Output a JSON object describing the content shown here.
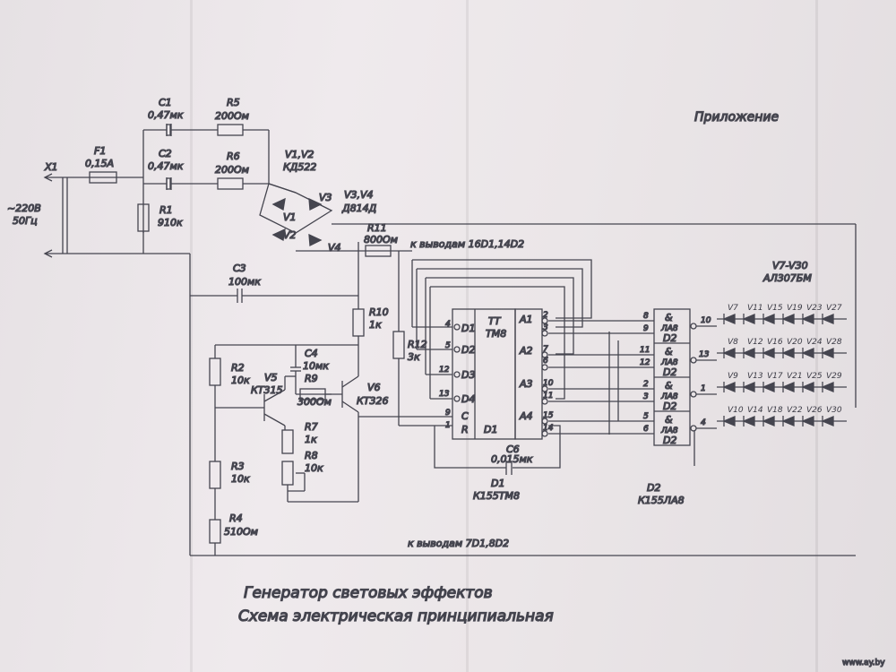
{
  "header": {
    "appendix": "Приложение"
  },
  "title": {
    "line1": "Генератор световых эффектов",
    "line2": "Схема электрическая принципиальная"
  },
  "watermark": "www.ay.by",
  "components": {
    "x1": "X1",
    "mains1": "~220В",
    "mains2": "50Гц",
    "f1_name": "F1",
    "f1_value": "0,15А",
    "c1_name": "C1",
    "c1_value": "0,47мк",
    "c2_name": "C2",
    "c2_value": "0,47мк",
    "r5_name": "R5",
    "r5_value": "200Ом",
    "r6_name": "R6",
    "r6_value": "200Ом",
    "r1_name": "R1",
    "r1_value": "910к",
    "v12_name": "V1,V2",
    "v12_value": "КД522",
    "v34_name": "V3,V4",
    "v34_value": "Д814Д",
    "v1": "V1",
    "v2": "V2",
    "v3": "V3",
    "v4": "V4",
    "r11_name": "R11",
    "r11_value": "800Ом",
    "r11_note": "к выводам 16D1,14D2",
    "c3_name": "C3",
    "c3_value": "100мк",
    "r10_name": "R10",
    "r10_value": "1к",
    "r2_name": "R2",
    "r2_value": "10к",
    "v5_name": "V5",
    "v5_value": "КТ315",
    "c4_name": "C4",
    "c4_value": "10мк",
    "r9_name": "R9",
    "r9_value": "300Ом",
    "v6_name": "V6",
    "v6_value": "КТ326",
    "r7_name": "R7",
    "r7_value": "1к",
    "r8_name": "R8",
    "r8_value": "10к",
    "r3_name": "R3",
    "r3_value": "10к",
    "r4_name": "R4",
    "r4_value": "510Ом",
    "r12_name": "R12",
    "r12_value": "3к",
    "ground_note": "к выводам 7D1,8D2",
    "c6_name": "C6",
    "c6_value": "0,015мк",
    "d1_label": "D1",
    "d1_type": "К155ТМ8",
    "d2_label": "D2",
    "d2_type": "К155ЛА8",
    "led_name": "V7-V30",
    "led_value": "АЛ307БМ"
  },
  "chip_d1": {
    "title1": "TT",
    "title2": "TM8",
    "name": "D1",
    "inputs": [
      "D1",
      "D2",
      "D3",
      "D4",
      "C",
      "R"
    ],
    "input_pins": [
      "4",
      "5",
      "12",
      "13",
      "9",
      "1"
    ],
    "outputs": [
      "A1",
      "A2",
      "A3",
      "A4"
    ],
    "output_pins": [
      "2",
      "3",
      "7",
      "6",
      "10",
      "11",
      "15",
      "14"
    ]
  },
  "chip_d2": {
    "gate_sym": "&",
    "gate_name": "ЛА8",
    "gate_label": "D2",
    "in_pins": [
      [
        "8",
        "9"
      ],
      [
        "11",
        "12"
      ],
      [
        "2",
        "3"
      ],
      [
        "5",
        "6"
      ]
    ],
    "out_pins": [
      "10",
      "13",
      "1",
      "4"
    ]
  },
  "leds": [
    [
      "V7",
      "V11",
      "V15",
      "V19",
      "V23",
      "V27"
    ],
    [
      "V8",
      "V12",
      "V16",
      "V20",
      "V24",
      "V28"
    ],
    [
      "V9",
      "V13",
      "V17",
      "V21",
      "V25",
      "V29"
    ],
    [
      "V10",
      "V14",
      "V18",
      "V22",
      "V26",
      "V30"
    ]
  ]
}
